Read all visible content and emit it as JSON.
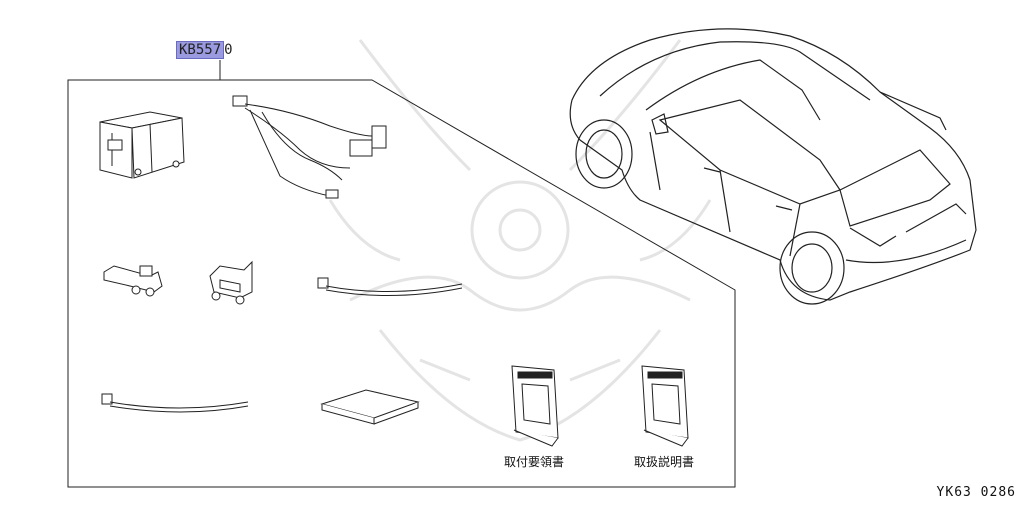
{
  "part_number_highlighted": "KB557",
  "part_number_rest": "0",
  "labels": {
    "installation_guide": "取付要領書",
    "instruction_manual": "取扱説明書"
  },
  "reference_code": "YK63 0286",
  "colors": {
    "line": "#222222",
    "highlight": "#9a9ae0",
    "watermark": "#e6e6e6"
  }
}
